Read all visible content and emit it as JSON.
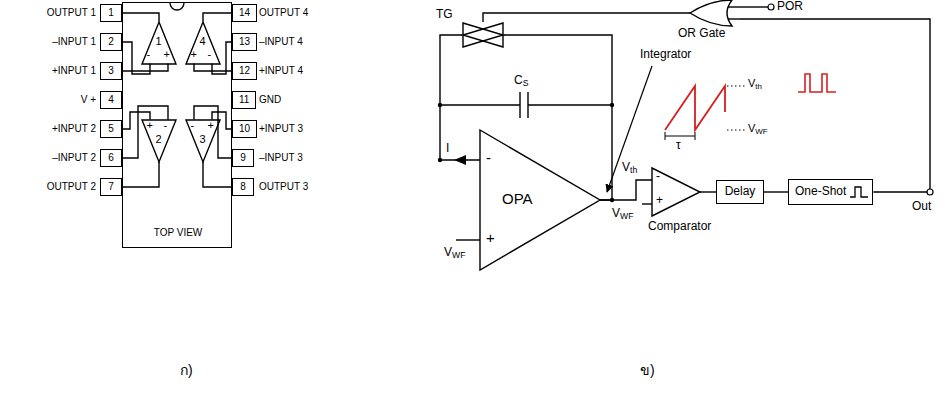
{
  "diagram": {
    "nodes": [
      {
        "text": [
          "TOP VIEW"
        ]
      },
      {
        "text": [
          "1",
          "-",
          "+"
        ],
        "in": 0
      },
      {
        "text": [
          "4",
          "+",
          "-"
        ],
        "in": 0
      },
      {
        "text": [
          "2",
          "+",
          "-"
        ],
        "in": 0
      },
      {
        "text": [
          "3",
          "-",
          "+"
        ],
        "in": 0
      },
      {
        "text": [
          "1"
        ]
      },
      {
        "text": [
          "2"
        ]
      },
      {
        "text": [
          "3"
        ]
      },
      {
        "text": [
          "4"
        ]
      },
      {
        "text": [
          "5"
        ]
      },
      {
        "text": [
          "6"
        ]
      },
      {
        "text": [
          "7"
        ]
      },
      {
        "text": [
          "8"
        ]
      },
      {
        "text": [
          "9"
        ]
      },
      {
        "text": [
          "10"
        ]
      },
      {
        "text": [
          "11"
        ]
      },
      {
        "text": [
          "12"
        ]
      },
      {
        "text": [
          "13"
        ]
      },
      {
        "text": [
          "14"
        ]
      },
      {
        "text": [
          "TG"
        ]
      },
      {
        "text": [
          "OR Gate"
        ]
      },
      {
        "text": [
          "OPA",
          "-",
          "+"
        ]
      },
      {
        "text": [
          "Comparator",
          "-",
          "+"
        ]
      },
      {
        "text": [
          "Delay"
        ]
      },
      {
        "text": [
          "One-Shot"
        ]
      }
    ],
    "edges": [
      {
        "from": 5,
        "to": 1,
        "arrow": "none"
      },
      {
        "from": 6,
        "to": 1,
        "arrow": "none"
      },
      {
        "from": 7,
        "to": 1,
        "arrow": "none"
      },
      {
        "from": 18,
        "to": 2,
        "arrow": "none"
      },
      {
        "from": 17,
        "to": 2,
        "arrow": "none"
      },
      {
        "from": 16,
        "to": 2,
        "arrow": "none"
      },
      {
        "from": 9,
        "to": 3,
        "arrow": "none"
      },
      {
        "from": 10,
        "to": 3,
        "arrow": "none"
      },
      {
        "from": 11,
        "to": 3,
        "arrow": "none"
      },
      {
        "from": 14,
        "to": 4,
        "arrow": "none"
      },
      {
        "from": 13,
        "to": 4,
        "arrow": "none"
      },
      {
        "from": 12,
        "to": 4,
        "arrow": "none"
      },
      {
        "from": 19,
        "to": 21,
        "arrow": "none"
      },
      {
        "from": 19,
        "to": 21,
        "arrow": "none"
      },
      {
        "from": 21,
        "to": 22,
        "arrow": "none"
      },
      {
        "from": 22,
        "to": 23,
        "arrow": "none"
      },
      {
        "from": 23,
        "to": 24,
        "arrow": "none"
      },
      {
        "from": 24,
        "to": 20,
        "arrow": "none"
      },
      {
        "from": 20,
        "to": 19,
        "arrow": "none"
      }
    ],
    "labels": [
      "OUTPUT 1",
      "–INPUT 1",
      "+INPUT 1",
      "V +",
      "+INPUT 2",
      "–INPUT 2",
      "OUTPUT 2",
      "OUTPUT 4",
      "–INPUT 4",
      "+INPUT 4",
      "GND",
      "+INPUT 3",
      "–INPUT 3",
      "OUTPUT 3",
      "ก)",
      "CS",
      "I",
      "VWF",
      "Integrator",
      "Vth",
      "VWF",
      "τ",
      "Vth",
      "VWF",
      "POR",
      "Out",
      "ข)"
    ]
  }
}
